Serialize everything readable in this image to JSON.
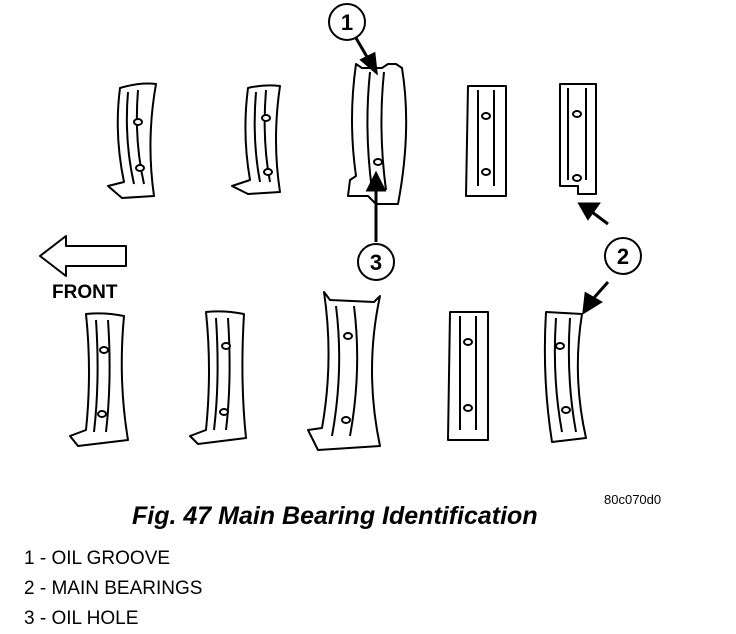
{
  "figure": {
    "front_label": "FRONT",
    "figure_code": "80c070d0",
    "caption": "Fig. 47 Main Bearing Identification",
    "callouts": [
      "1",
      "2",
      "3"
    ]
  },
  "legend": {
    "items": [
      "1 - OIL GROOVE",
      "2 - MAIN BEARINGS",
      "3 - OIL HOLE"
    ]
  }
}
